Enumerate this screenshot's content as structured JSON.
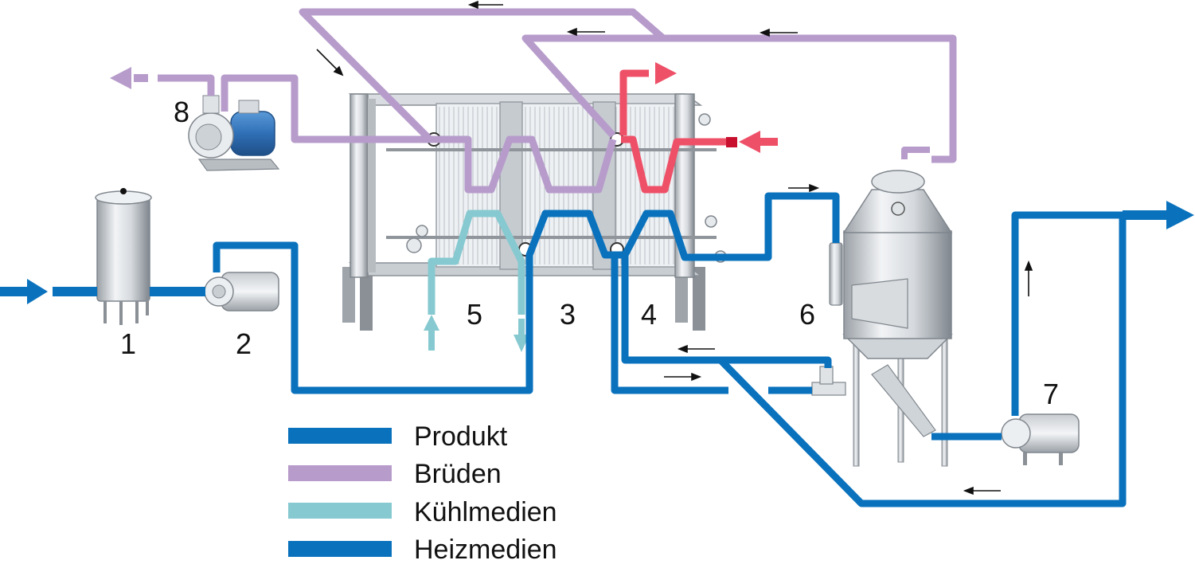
{
  "colors": {
    "produkt": "#0a72bd",
    "brueden": "#b79ccb",
    "kuehlmedien": "#86c9d0",
    "heizmedien": "#0a72bd",
    "heating_red": "#ee5068",
    "steel_dark": "#8d9398",
    "steel_light": "#e4e7ea",
    "motor_blue": "#2f6fb6"
  },
  "labels": {
    "n1": "1",
    "n2": "2",
    "n3": "3",
    "n4": "4",
    "n5": "5",
    "n6": "6",
    "n7": "7",
    "n8": "8"
  },
  "legend": [
    {
      "label": "Produkt",
      "color_key": "produkt"
    },
    {
      "label": "Brüden",
      "color_key": "brueden"
    },
    {
      "label": "Kühlmedien",
      "color_key": "kuehlmedien"
    },
    {
      "label": "Heizmedien",
      "color_key": "heizmedien"
    }
  ]
}
